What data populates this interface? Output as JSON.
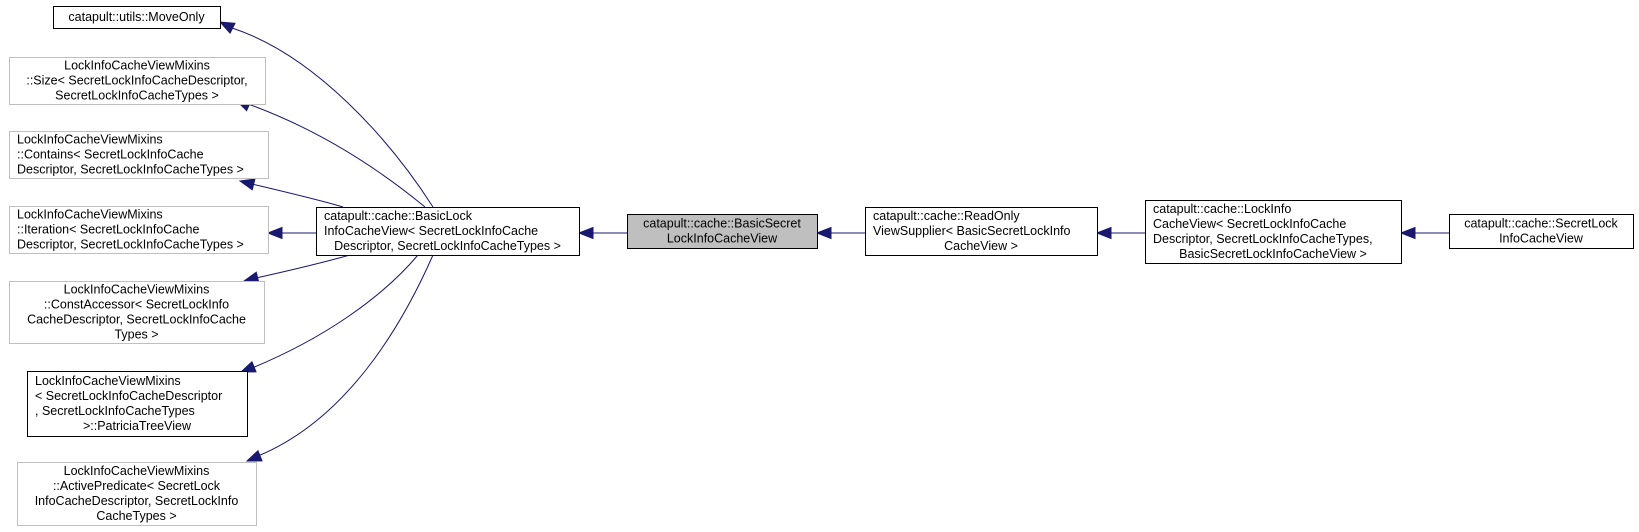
{
  "diagram": {
    "type": "inheritance-graph",
    "colors": {
      "edge": "#191970",
      "current_fill": "#bfbfbf",
      "gray_border": "#bfbfbf",
      "solid_border": "#000000"
    },
    "nodes": [
      {
        "id": "moveonly",
        "style": "solid",
        "lines": [
          "catapult::utils::MoveOnly"
        ]
      },
      {
        "id": "size",
        "style": "gray",
        "lines": [
          "LockInfoCacheViewMixins",
          "::Size< SecretLockInfoCacheDescriptor,",
          "SecretLockInfoCacheTypes >"
        ]
      },
      {
        "id": "contains",
        "style": "gray",
        "lines": [
          "LockInfoCacheViewMixins",
          "::Contains< SecretLockInfoCache",
          "Descriptor, SecretLockInfoCacheTypes >"
        ]
      },
      {
        "id": "iteration",
        "style": "gray",
        "lines": [
          "LockInfoCacheViewMixins",
          "::Iteration< SecretLockInfoCache",
          "Descriptor, SecretLockInfoCacheTypes >"
        ]
      },
      {
        "id": "constaccessor",
        "style": "gray",
        "lines": [
          "LockInfoCacheViewMixins",
          "::ConstAccessor< SecretLockInfo",
          "CacheDescriptor, SecretLockInfoCache",
          "Types >"
        ]
      },
      {
        "id": "patricia",
        "style": "solid",
        "lines": [
          "LockInfoCacheViewMixins",
          "< SecretLockInfoCacheDescriptor",
          ", SecretLockInfoCacheTypes",
          ">::PatriciaTreeView"
        ]
      },
      {
        "id": "activepredicate",
        "style": "gray",
        "lines": [
          "LockInfoCacheViewMixins",
          "::ActivePredicate< SecretLock",
          "InfoCacheDescriptor, SecretLockInfo",
          "CacheTypes >"
        ]
      },
      {
        "id": "basiclock",
        "style": "solid",
        "lines": [
          "catapult::cache::BasicLock",
          "InfoCacheView< SecretLockInfoCache",
          "Descriptor, SecretLockInfoCacheTypes >"
        ]
      },
      {
        "id": "basicsecret",
        "style": "current",
        "lines": [
          "catapult::cache::BasicSecret",
          "LockInfoCacheView"
        ]
      },
      {
        "id": "readonly",
        "style": "solid",
        "lines": [
          "catapult::cache::ReadOnly",
          "ViewSupplier< BasicSecretLockInfo",
          "CacheView >"
        ]
      },
      {
        "id": "lockinfocacheview",
        "style": "solid",
        "lines": [
          "catapult::cache::LockInfo",
          "CacheView< SecretLockInfoCache",
          "Descriptor, SecretLockInfoCacheTypes,",
          "BasicSecretLockInfoCacheView >"
        ]
      },
      {
        "id": "secretlock",
        "style": "solid",
        "lines": [
          "catapult::cache::SecretLock",
          "InfoCacheView"
        ]
      }
    ],
    "edges": [
      {
        "from": "basiclock",
        "to": "moveonly"
      },
      {
        "from": "basiclock",
        "to": "size"
      },
      {
        "from": "basiclock",
        "to": "contains"
      },
      {
        "from": "basiclock",
        "to": "iteration"
      },
      {
        "from": "basiclock",
        "to": "constaccessor"
      },
      {
        "from": "basiclock",
        "to": "patricia"
      },
      {
        "from": "basiclock",
        "to": "activepredicate"
      },
      {
        "from": "basicsecret",
        "to": "basiclock"
      },
      {
        "from": "readonly",
        "to": "basicsecret"
      },
      {
        "from": "lockinfocacheview",
        "to": "readonly"
      },
      {
        "from": "secretlock",
        "to": "lockinfocacheview"
      }
    ]
  }
}
